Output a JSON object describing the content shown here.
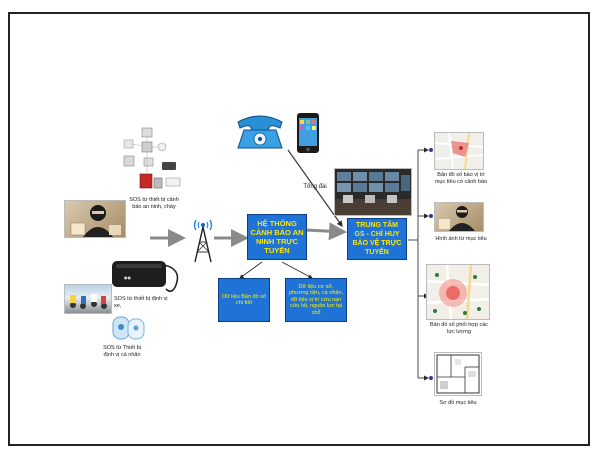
{
  "nodes": {
    "sos_alarm": "SOS từ thiết bị cảnh báo an ninh, cháy",
    "sos_vehicle": "SOS từ thiết bị định vị xe,",
    "sos_personal": "SOS từ Thiết bị định vị cá nhân",
    "system": "HỆ THỐNG CẢNH BÁO AN NINH TRỰC TUYẾN",
    "data_map": "Dữ liệu Bản đồ số chi tiết",
    "data_people": "Dữ liệu cơ sở, phương tiện, cá nhân, dữ liệu vị trí cứu nạn cứu hộ, nguồn lực tại chỗ",
    "switchboard": "Tổng đài",
    "center": "TRUNG TÂM GS - CHỈ HUY BẢO VỆ TRỰC TUYẾN",
    "out_map_alert": "Bản đồ số báo vị trí mục tiêu có cảnh báo",
    "out_image": "Hình ảnh từ mục tiêu",
    "out_coord": "Bản đồ số phối hợp các lực lượng",
    "out_floorplan": "Sơ đồ mục tiêu"
  },
  "colors": {
    "box_fill": "#1f73d6",
    "box_border": "#0b3f8a",
    "title_text": "#ffe600",
    "arrow": "#8a8a8a"
  },
  "icons": [
    "alarm-devices-icon",
    "thief-photo-icon",
    "gps-tracker-icon",
    "personal-tracker-icon",
    "antenna-tower-icon",
    "telephone-icon",
    "smartphone-icon",
    "monitor-wall-icon",
    "map-thumbnail-icon",
    "floorplan-icon"
  ]
}
